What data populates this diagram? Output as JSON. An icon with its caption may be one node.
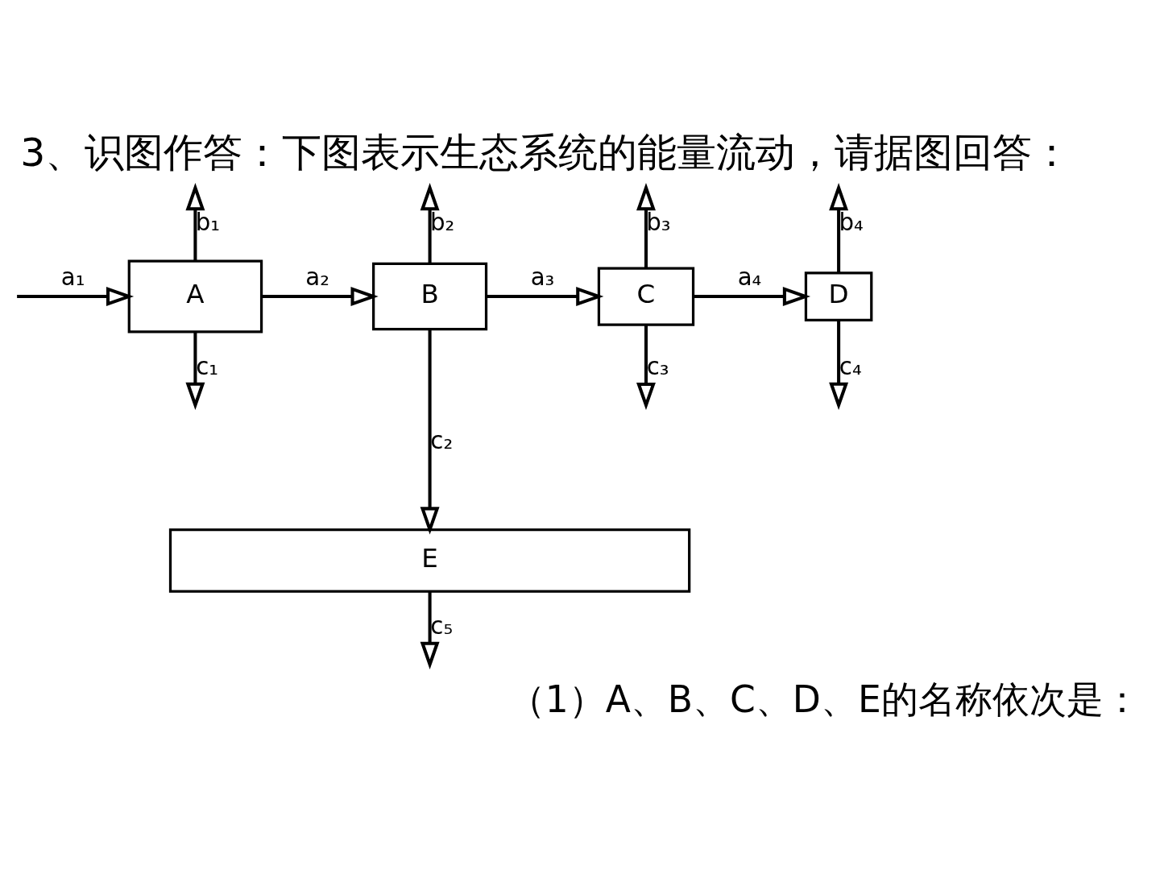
{
  "diagram": {
    "title": "3、识图作答：下图表示生态系统的能量流动，请据图回答：",
    "nodes": [
      {
        "text": [
          "A"
        ]
      },
      {
        "text": [
          "B"
        ]
      },
      {
        "text": [
          "C"
        ]
      },
      {
        "text": [
          "D"
        ]
      },
      {
        "text": [
          "E"
        ]
      }
    ],
    "edges": [
      {
        "from": null,
        "to": 0,
        "arrow": "to",
        "label": "a₁"
      },
      {
        "from": 0,
        "to": null,
        "arrow": "to",
        "label": "b₁"
      },
      {
        "from": 0,
        "to": 1,
        "arrow": "to",
        "label": "a₂"
      },
      {
        "from": 0,
        "to": null,
        "arrow": "to",
        "label": "c₁"
      },
      {
        "from": 1,
        "to": null,
        "arrow": "to",
        "label": "b₂"
      },
      {
        "from": 1,
        "to": 2,
        "arrow": "to",
        "label": "a₃"
      },
      {
        "from": 1,
        "to": 4,
        "arrow": "to",
        "label": "c₂"
      },
      {
        "from": 2,
        "to": null,
        "arrow": "to",
        "label": "b₃"
      },
      {
        "from": 2,
        "to": 3,
        "arrow": "to",
        "label": "a₄"
      },
      {
        "from": 2,
        "to": null,
        "arrow": "to",
        "label": "c₃"
      },
      {
        "from": 3,
        "to": null,
        "arrow": "to",
        "label": "b₄"
      },
      {
        "from": 3,
        "to": null,
        "arrow": "to",
        "label": "c₄"
      },
      {
        "from": 4,
        "to": null,
        "arrow": "to",
        "label": "c₅"
      }
    ],
    "labels": [
      "（1）A、B、C、D、E的名称依次是："
    ]
  }
}
